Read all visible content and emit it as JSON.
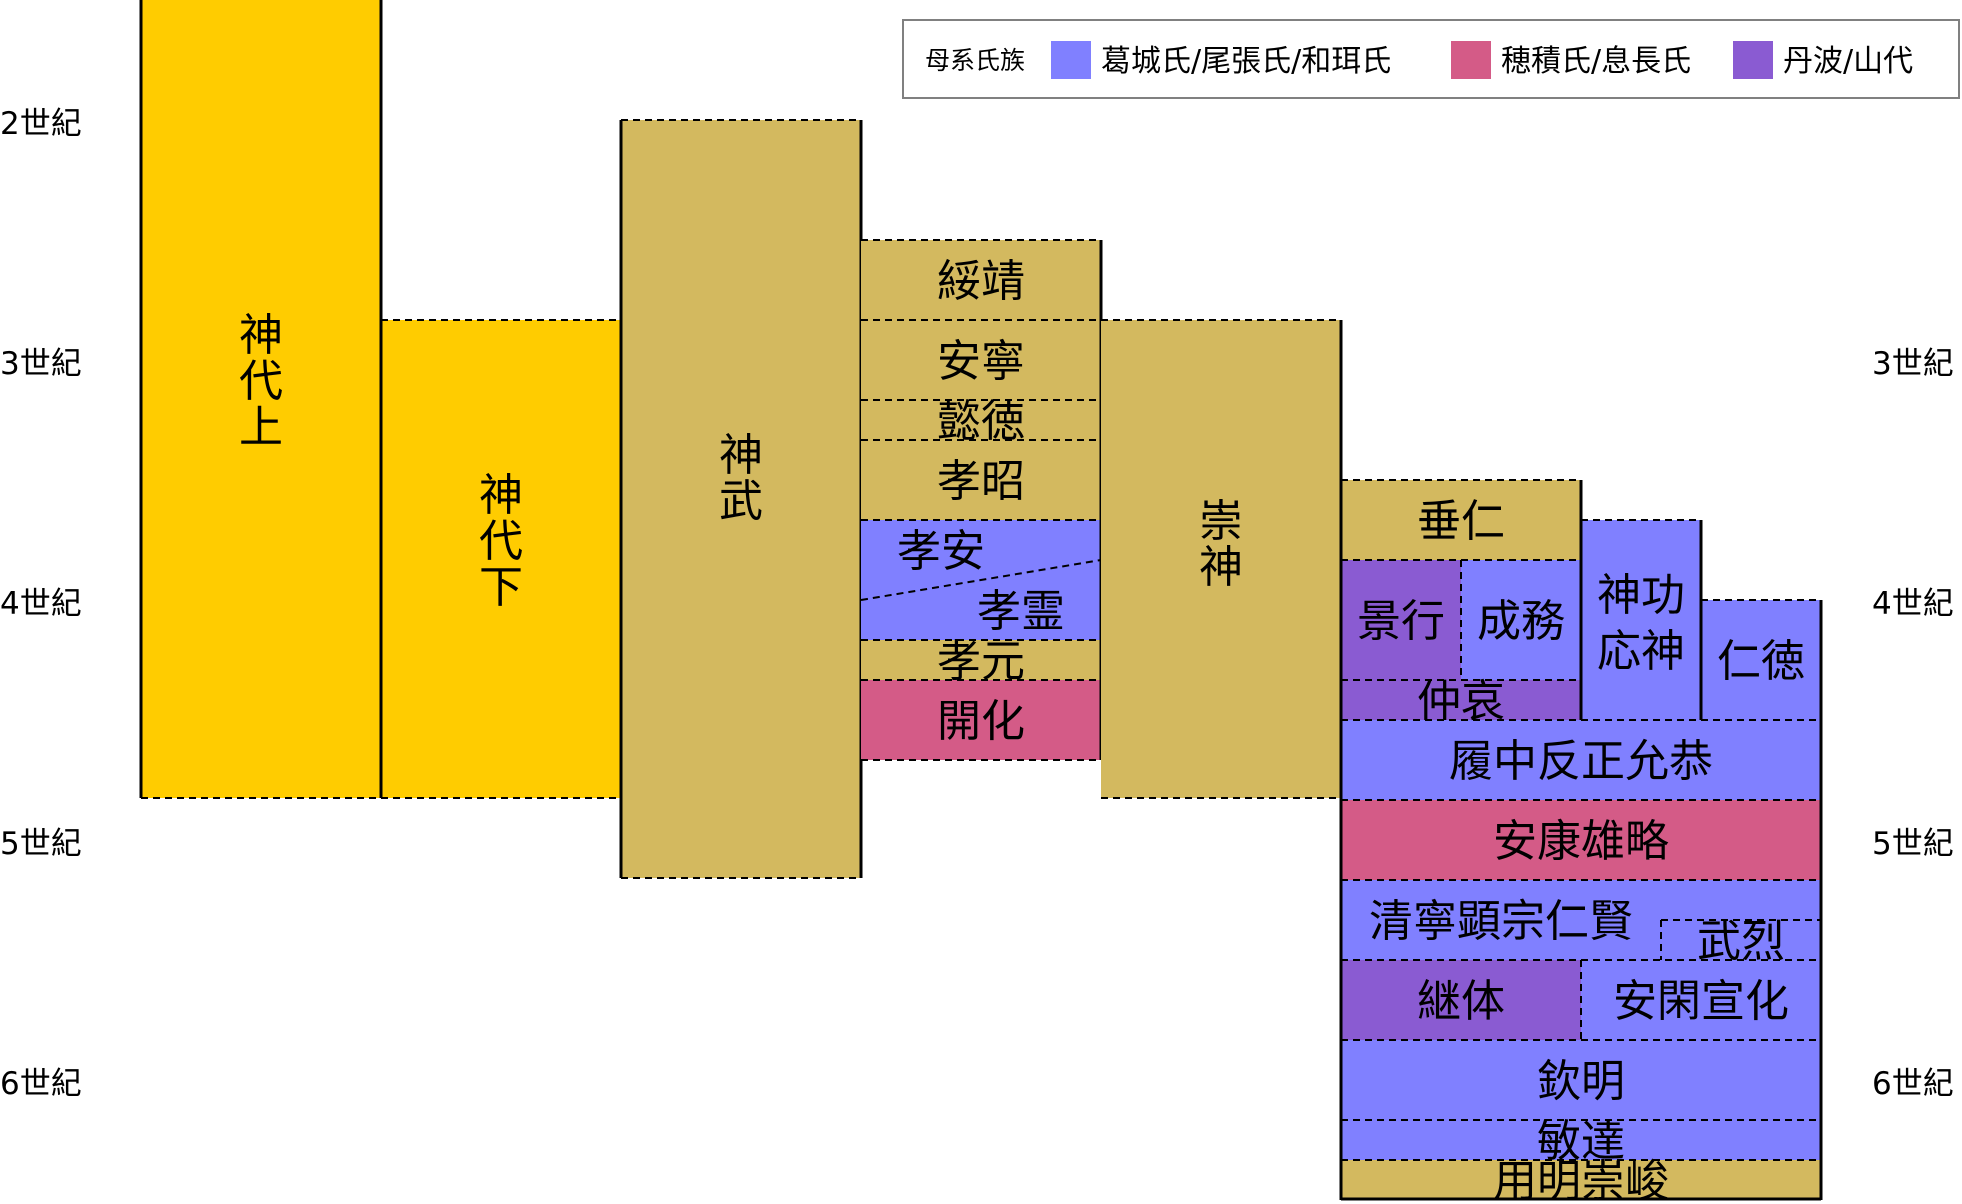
{
  "colors": {
    "gold": "#ffcc00",
    "olive": "#d3b95f",
    "blue": "#8080ff",
    "pink": "#d45b87",
    "purple": "#8a5bd2",
    "border": "#000000",
    "legend_border": "#808080"
  },
  "axis": {
    "left_labels": [
      "2世紀",
      "3世紀",
      "4世紀",
      "5世紀",
      "6世紀"
    ],
    "right_labels": [
      "3世紀",
      "4世紀",
      "5世紀",
      "6世紀"
    ]
  },
  "legend": {
    "title": "母系氏族",
    "items": [
      {
        "label": "葛城氏/尾張氏/和珥氏",
        "color": "blue"
      },
      {
        "label": "穂積氏/息長氏",
        "color": "pink"
      },
      {
        "label": "丹波/山代",
        "color": "purple"
      }
    ]
  },
  "columns": {
    "kamiyo_kami": {
      "label": "神代上",
      "color": "gold"
    },
    "kamiyo_shimo": {
      "label": "神代下",
      "color": "gold"
    },
    "jimmu": {
      "label": "神武",
      "color": "olive"
    },
    "col4": [
      {
        "label": "綏靖",
        "color": "olive"
      },
      {
        "label": "安寧",
        "color": "olive"
      },
      {
        "label": "懿徳",
        "color": "olive"
      },
      {
        "label": "孝昭",
        "color": "olive"
      },
      {
        "label": "孝安",
        "color": "blue"
      },
      {
        "label": "孝霊",
        "color": "blue"
      },
      {
        "label": "孝元",
        "color": "olive"
      },
      {
        "label": "開化",
        "color": "pink"
      }
    ],
    "sujin": {
      "label": "崇神",
      "color": "olive"
    },
    "col6": {
      "suinin": {
        "label": "垂仁",
        "color": "olive"
      },
      "keiko": {
        "label": "景行",
        "color": "purple"
      },
      "seimu": {
        "label": "成務",
        "color": "blue"
      },
      "chuai": {
        "label": "仲哀",
        "color": "purple"
      },
      "jingu_ojin": {
        "label1": "神功",
        "label2": "応神",
        "color": "blue"
      },
      "nintoku": {
        "label": "仁徳",
        "color": "blue"
      },
      "richu_ingyo": {
        "label": "履中反正允恭",
        "color": "blue"
      },
      "anko_yuryaku": {
        "label": "安康雄略",
        "color": "pink"
      },
      "seinei_ninken": {
        "label": "清寧顕宗仁賢",
        "color": "blue"
      },
      "buretsu": {
        "label": "武烈",
        "color": "blue"
      },
      "keitai": {
        "label": "継体",
        "color": "purple"
      },
      "ankan_senka": {
        "label": "安閑宣化",
        "color": "blue"
      },
      "kimmei": {
        "label": "欽明",
        "color": "blue"
      },
      "bidatsu": {
        "label": "敏達",
        "color": "blue"
      },
      "yomei_sushun": {
        "label": "用明崇峻",
        "color": "olive"
      }
    }
  }
}
